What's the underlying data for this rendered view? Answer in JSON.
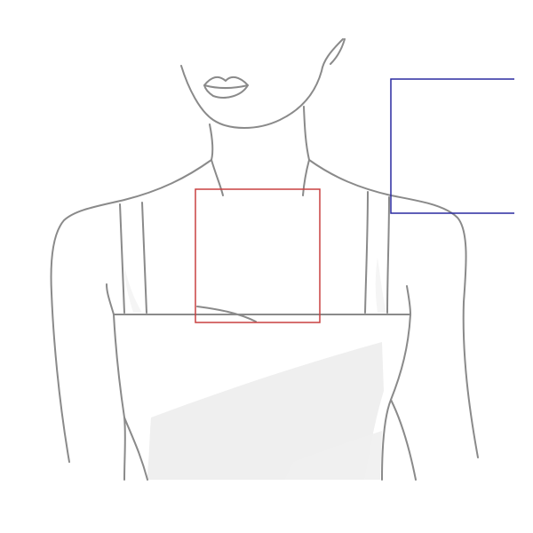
{
  "illustration": {
    "subject": "upper-body-sketch",
    "colors": {
      "background": "#ffffff",
      "outline": "#8a8a8a",
      "shading": "#efefef",
      "shading_light": "#f5f5f5",
      "lips": "#e6e6e6"
    }
  },
  "highlights": [
    {
      "id": "center-chest-box",
      "color": "#c84040"
    },
    {
      "id": "shoulder-box",
      "color": "#2a2aa0"
    }
  ]
}
